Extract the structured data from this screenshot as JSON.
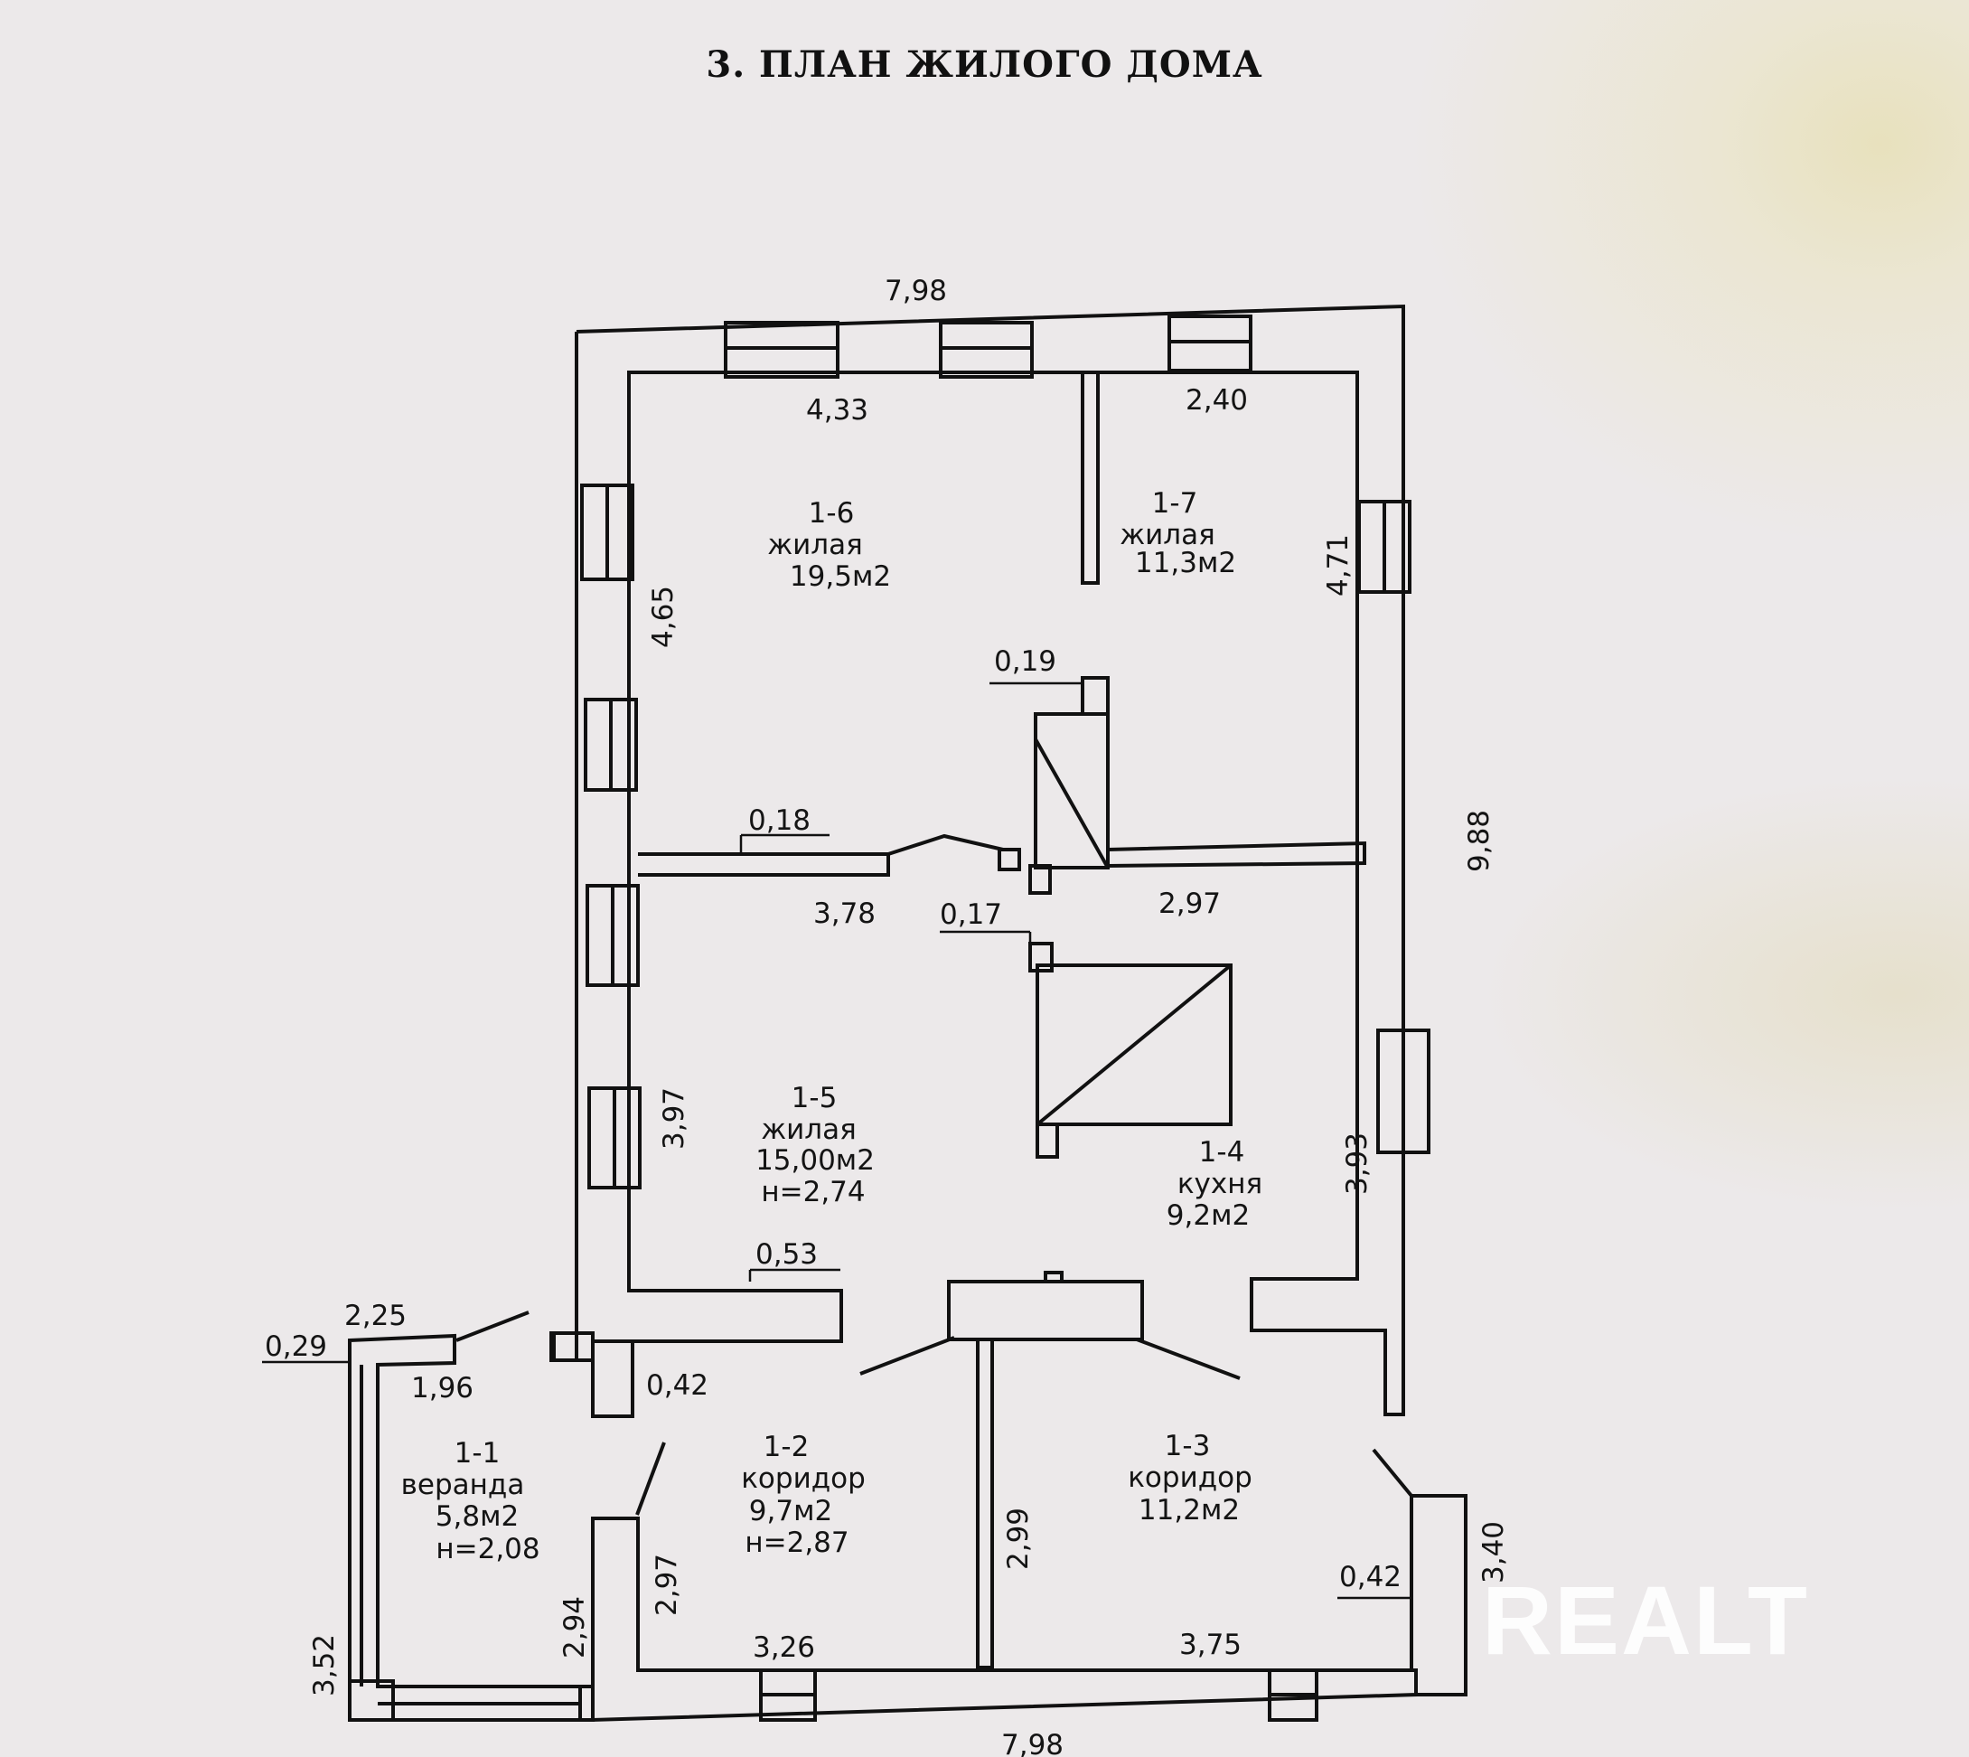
{
  "title": "3. ПЛАН ЖИЛОГО ДОМА",
  "dimensions": {
    "top_total": "7,98",
    "bottom_total": "7,98",
    "right_total": "9,88",
    "room16_width": "4,33",
    "room17_width": "2,40",
    "room16_height": "4,65",
    "room17_height": "4,71",
    "wall_019": "0,19",
    "wall_018": "0,18",
    "room15_width": "3,78",
    "wall_017": "0,17",
    "room14_width": "2,97",
    "room15_height": "3,97",
    "room14_height": "3,93",
    "wall_053": "0,53",
    "veranda_top": "2,25",
    "veranda_wall": "0,29",
    "veranda_inner": "1,96",
    "wall_042_left": "0,42",
    "corridor12_height": "2,97",
    "veranda_right": "2,94",
    "veranda_height": "3,52",
    "corridor12_width": "3,26",
    "corridor13_height": "2,99",
    "corridor13_width": "3,75",
    "wall_042_right": "0,42",
    "corridor13_right": "3,40"
  },
  "rooms": {
    "r16": {
      "num": "1-6",
      "type": "жилая",
      "area": "19,5м2"
    },
    "r17": {
      "num": "1-7",
      "type": "жилая",
      "area": "11,3м2"
    },
    "r15": {
      "num": "1-5",
      "type": "жилая",
      "area": "15,00м2",
      "height": "н=2,74"
    },
    "r14": {
      "num": "1-4",
      "type": "кухня",
      "area": "9,2м2"
    },
    "r11": {
      "num": "1-1",
      "type": "веранда",
      "area": "5,8м2",
      "height": "н=2,08"
    },
    "r12": {
      "num": "1-2",
      "type": "коридор",
      "area": "9,7м2",
      "height": "н=2,87"
    },
    "r13": {
      "num": "1-3",
      "type": "коридор",
      "area": "11,2м2"
    }
  },
  "watermark": "REALT"
}
